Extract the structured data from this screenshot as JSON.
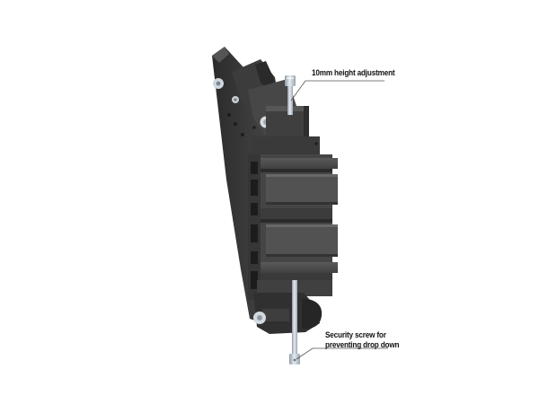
{
  "image": {
    "subject": "Black vertical wall-mount bracket with aluminium slotted profile, hinge plate, and two steel adjustment screws",
    "background_color": "#ffffff",
    "colors": {
      "bracket_dark": "#3a3a3a",
      "bracket_mid": "#4a4a4a",
      "bracket_light": "#5e5e5e",
      "bracket_shadow": "#262626",
      "screw_steel": "#b9c3cc",
      "screw_highlight": "#e6ecf1",
      "leader_line": "#555555",
      "label_text": "#111111"
    }
  },
  "callouts": [
    {
      "id": "height-adjustment",
      "text": "10mm height adjustment"
    },
    {
      "id": "security-screw",
      "line1": "Security screw for",
      "line2": "preventing drop down"
    }
  ]
}
